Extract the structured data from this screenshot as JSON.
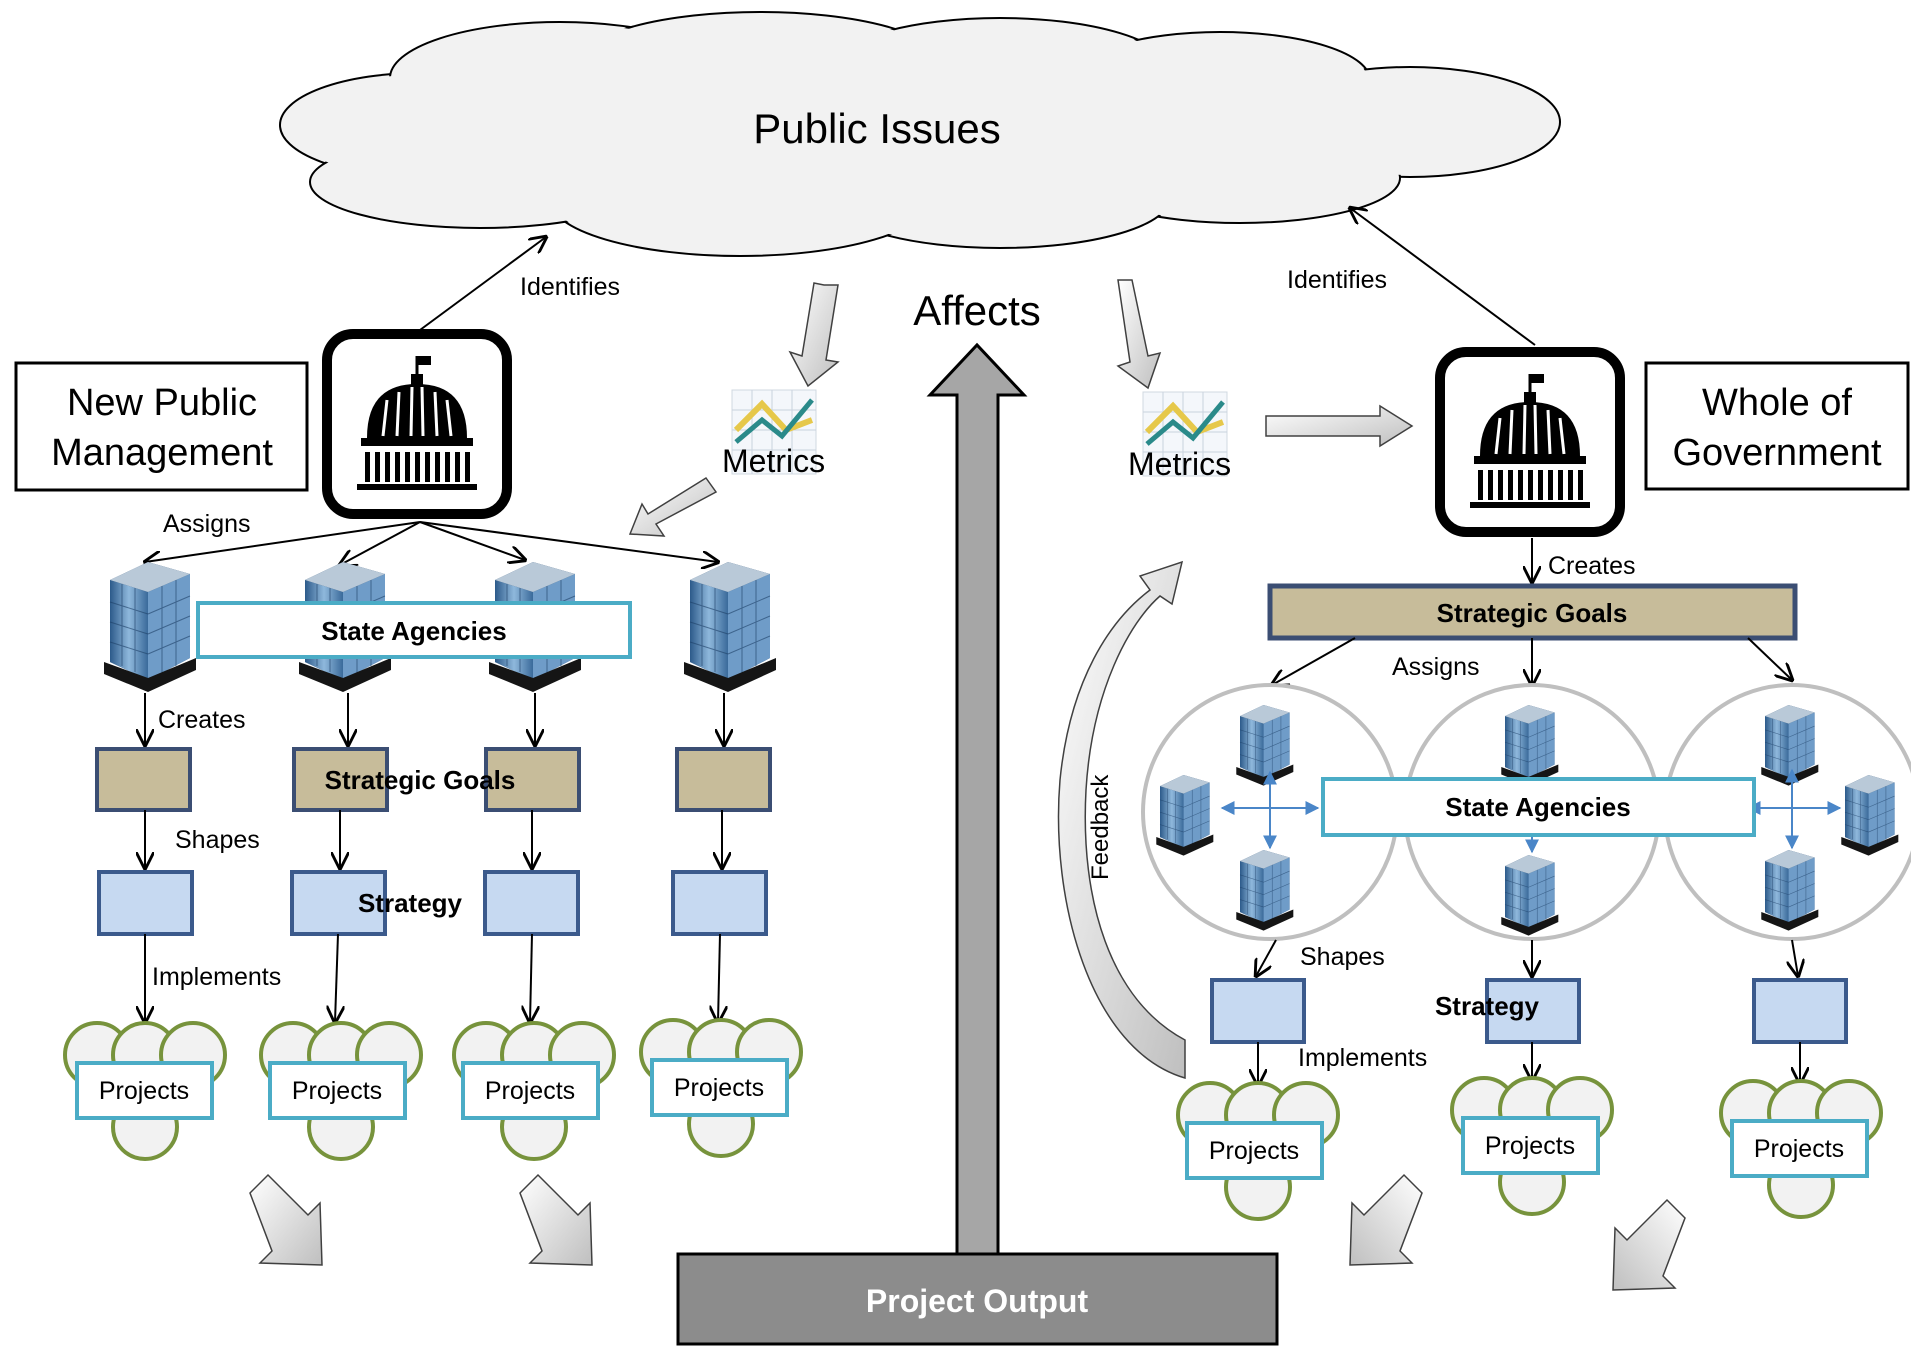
{
  "cloud": {
    "title": "Public Issues"
  },
  "center": {
    "affects": "Affects",
    "project_output": "Project Output"
  },
  "left": {
    "title_line1": "New Public",
    "title_line2": "Management",
    "identifies": "Identifies",
    "assigns": "Assigns",
    "state_agencies": "State Agencies",
    "creates": "Creates",
    "strategic_goals": "Strategic Goals",
    "shapes": "Shapes",
    "strategy": "Strategy",
    "implements": "Implements",
    "metrics": "Metrics",
    "projects": [
      "Projects",
      "Projects",
      "Projects",
      "Projects"
    ]
  },
  "right": {
    "title_line1": "Whole of",
    "title_line2": "Government",
    "identifies": "Identifies",
    "creates": "Creates",
    "strategic_goals": "Strategic Goals",
    "assigns": "Assigns",
    "state_agencies": "State Agencies",
    "shapes": "Shapes",
    "strategy": "Strategy",
    "implements": "Implements",
    "feedback": "Feedback",
    "metrics": "Metrics",
    "projects": [
      "Projects",
      "Projects",
      "Projects"
    ]
  },
  "colors": {
    "goal_fill": "#c7bc9a",
    "goal_stroke": "#3b4e73",
    "strategy_fill": "#c6d9f1",
    "strategy_stroke": "#3b5a8c",
    "project_stroke": "#4bacc6",
    "cloud_ring": "#77933c",
    "big_arrow": "#a6a6a6"
  }
}
